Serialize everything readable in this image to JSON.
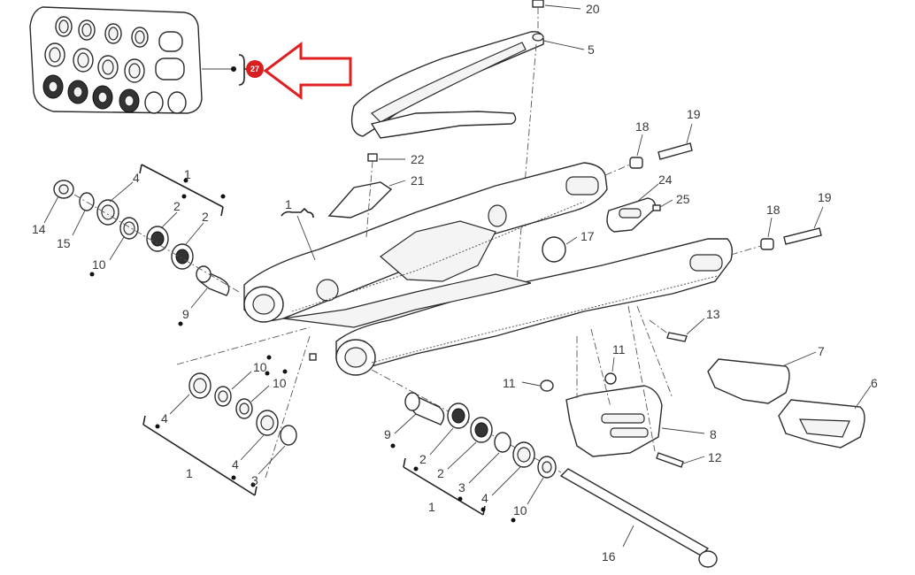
{
  "diagram": {
    "callouts": [
      {
        "id": "c20",
        "text": "20"
      },
      {
        "id": "c5",
        "text": "5"
      },
      {
        "id": "c18a",
        "text": "18"
      },
      {
        "id": "c19a",
        "text": "19"
      },
      {
        "id": "c22",
        "text": "22"
      },
      {
        "id": "c21",
        "text": "21"
      },
      {
        "id": "c24",
        "text": "24"
      },
      {
        "id": "c25",
        "text": "25"
      },
      {
        "id": "c18b",
        "text": "18"
      },
      {
        "id": "c19b",
        "text": "19"
      },
      {
        "id": "c17",
        "text": "17"
      },
      {
        "id": "c1a",
        "text": "1"
      },
      {
        "id": "c1main",
        "text": "1"
      },
      {
        "id": "c4a",
        "text": "4"
      },
      {
        "id": "c2a",
        "text": "2"
      },
      {
        "id": "c2b",
        "text": "2"
      },
      {
        "id": "c14",
        "text": "14"
      },
      {
        "id": "c15",
        "text": "15"
      },
      {
        "id": "c10a",
        "text": "10"
      },
      {
        "id": "c9a",
        "text": "9"
      },
      {
        "id": "c13",
        "text": "13"
      },
      {
        "id": "c7",
        "text": "7"
      },
      {
        "id": "c6",
        "text": "6"
      },
      {
        "id": "c11a",
        "text": "11"
      },
      {
        "id": "c11b",
        "text": "11"
      },
      {
        "id": "c8",
        "text": "8"
      },
      {
        "id": "c12",
        "text": "12"
      },
      {
        "id": "c10b",
        "text": "10"
      },
      {
        "id": "c10c",
        "text": "10"
      },
      {
        "id": "c4b",
        "text": "4"
      },
      {
        "id": "c4c",
        "text": "4"
      },
      {
        "id": "c3a",
        "text": "3"
      },
      {
        "id": "c1b",
        "text": "1"
      },
      {
        "id": "c9b",
        "text": "9"
      },
      {
        "id": "c2c",
        "text": "2"
      },
      {
        "id": "c2d",
        "text": "2"
      },
      {
        "id": "c3b",
        "text": "3"
      },
      {
        "id": "c4d",
        "text": "4"
      },
      {
        "id": "c1c",
        "text": "1"
      },
      {
        "id": "c10d",
        "text": "10"
      },
      {
        "id": "c16",
        "text": "16"
      }
    ],
    "badge": {
      "text": "27",
      "color": "#d81e1e"
    },
    "arrow_color": "#e02020"
  }
}
